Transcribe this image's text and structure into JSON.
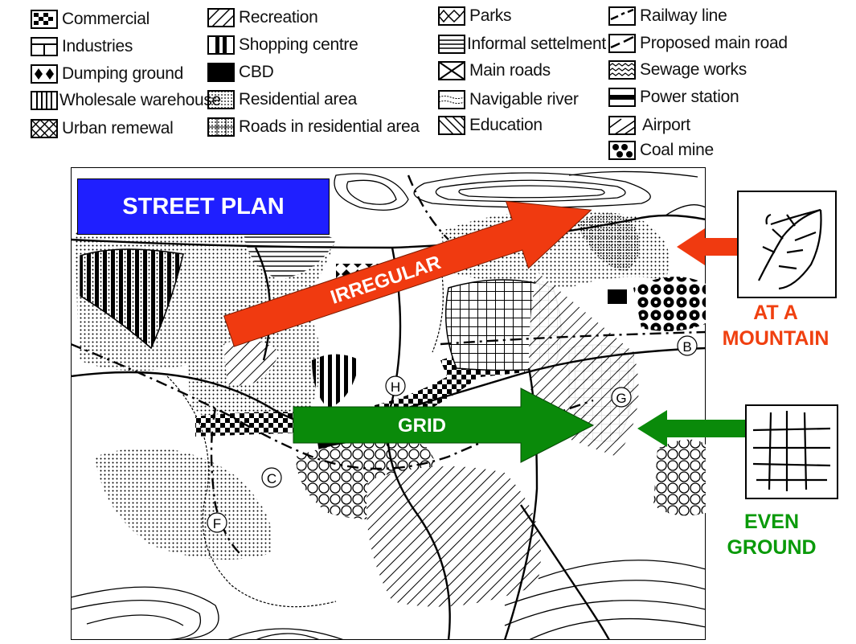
{
  "legend": {
    "col1": [
      {
        "label": "Commercial",
        "icon": "commercial-symbol"
      },
      {
        "label": "Industries",
        "icon": "industries-symbol"
      },
      {
        "label": "Dumping ground",
        "icon": "dumping-ground-symbol"
      },
      {
        "label": "Wholesale warehouse",
        "icon": "wholesale-warehouse-symbol"
      },
      {
        "label": "Urban remewal",
        "icon": "urban-renewal-symbol"
      }
    ],
    "col2": [
      {
        "label": "Recreation",
        "icon": "recreation-symbol"
      },
      {
        "label": "Shopping centre",
        "icon": "shopping-centre-symbol"
      },
      {
        "label": "CBD",
        "icon": "cbd-symbol"
      },
      {
        "label": "Residential area",
        "icon": "residential-area-symbol"
      },
      {
        "label": "Roads in residential area",
        "icon": "roads-in-residential-area-symbol"
      }
    ],
    "col3": [
      {
        "label": "Parks",
        "icon": "parks-symbol"
      },
      {
        "label": "Informal settelment",
        "icon": "informal-settlement-symbol"
      },
      {
        "label": "Main roads",
        "icon": "main-roads-symbol"
      },
      {
        "label": "Navigable river",
        "icon": "navigable-river-symbol"
      },
      {
        "label": "Education",
        "icon": "education-symbol"
      }
    ],
    "col4": [
      {
        "label": "Railway line",
        "icon": "railway-line-symbol"
      },
      {
        "label": "Proposed main road",
        "icon": "proposed-main-road-symbol"
      },
      {
        "label": "Sewage works",
        "icon": "sewage-works-symbol"
      },
      {
        "label": "Power station",
        "icon": "power-station-symbol"
      },
      {
        "label": "Airport",
        "icon": "airport-symbol"
      },
      {
        "label": "Coal mine",
        "icon": "coal-mine-symbol"
      }
    ]
  },
  "map": {
    "title": "STREET PLAN",
    "point_labels": [
      "B",
      "G",
      "H",
      "C",
      "F"
    ]
  },
  "annotations": {
    "irregular_label": "IRREGULAR",
    "grid_label": "GRID",
    "mountain_line1": "AT  A",
    "mountain_line2": "MOUNTAIN",
    "even_line1": "EVEN",
    "even_line2": "GROUND"
  },
  "colors": {
    "title_bg": "#1f1fff",
    "irregular_arrow": "#f03a10",
    "grid_arrow": "#0a8a0a",
    "mountain_text": "#f04010",
    "even_text": "#0a9a0a"
  }
}
